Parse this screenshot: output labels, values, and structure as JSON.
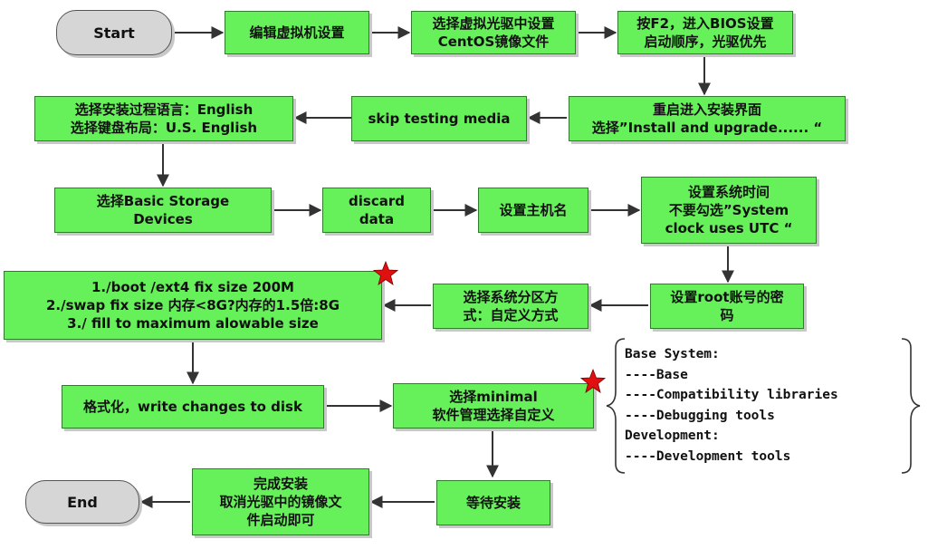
{
  "colors": {
    "process": "#66f05a",
    "terminal": "#d6d6d6",
    "arrow": "#333333",
    "star": "#e01010"
  },
  "nodes": {
    "start": "Start",
    "edit_vm": "编辑虚拟机设置",
    "select_iso": "选择虚拟光驱中设置\nCentOS镜像文件",
    "bios": "按F2，进入BIOS设置\n启动顺序，光驱优先",
    "reboot_install": "重启进入安装界面\n选择”Install and upgrade...... “",
    "skip_media": "skip testing media",
    "select_lang": "选择安装过程语言：English\n选择键盘布局：U.S. English",
    "basic_storage": "选择Basic Storage\nDevices",
    "discard_data": "discard\ndata",
    "set_hostname": "设置主机名",
    "set_time": "设置系统时间\n不要勾选”System\nclock uses UTC “",
    "root_password": "设置root账号的密\n码",
    "partition_method": "选择系统分区方\n式：自定义方式",
    "partition_sizes": "1./boot /ext4 fix size 200M\n2./swap fix size  内存<8G?内存的1.5倍:8G\n3./ fill to maximum alowable size",
    "format_disk": "格式化，write changes to disk",
    "select_minimal": "选择minimal\n软件管理选择自定义",
    "wait_install": "等待安装",
    "complete": "完成安装\n取消光驱中的镜像文\n件启动即可",
    "end": "End"
  },
  "package_notes": [
    "Base System:",
    "----Base",
    "----Compatibility libraries",
    "----Debugging tools",
    "Development:",
    "----Development tools"
  ]
}
